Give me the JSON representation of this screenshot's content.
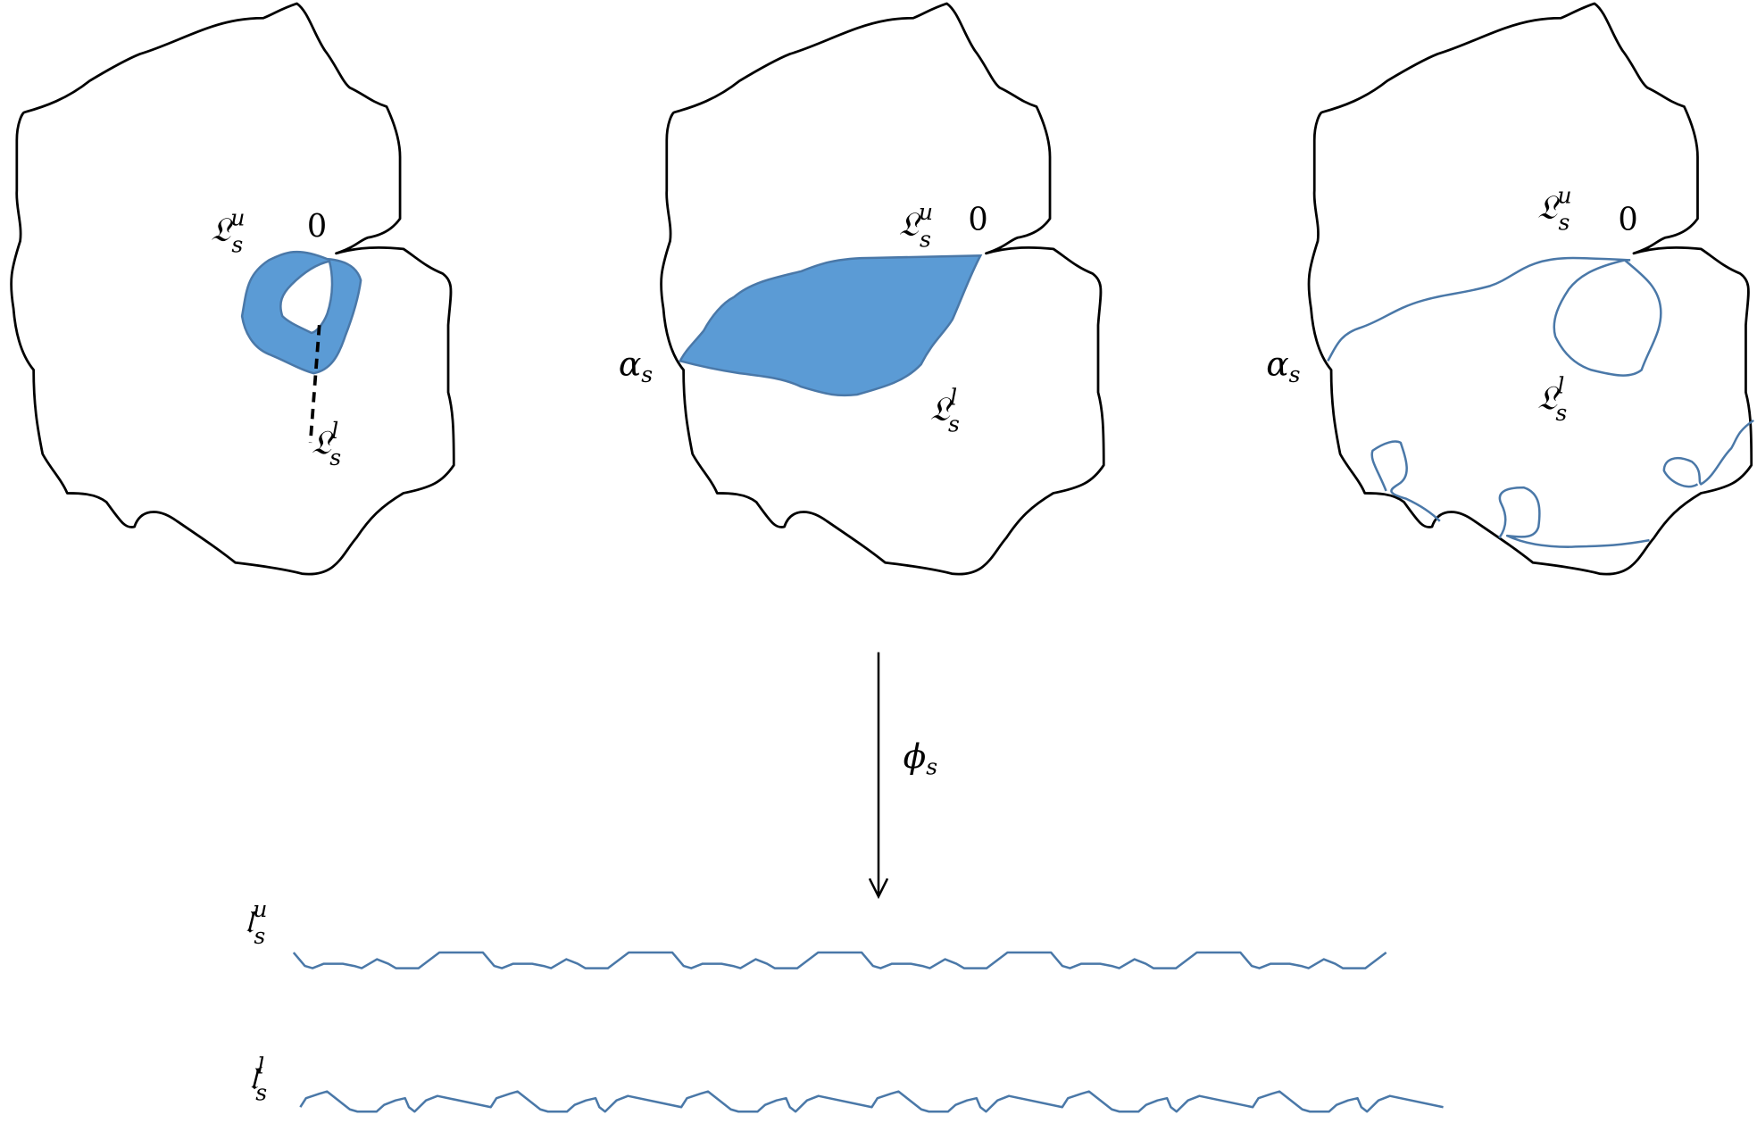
{
  "colors": {
    "region_fill": "#5b9bd5",
    "curve": "#4a78a8",
    "outline": "#000000"
  },
  "panels": [
    {
      "origin_label": "0",
      "upper_label": {
        "base": "𝔏",
        "sub": "s",
        "sup": "u"
      },
      "lower_label": {
        "base": "𝔏",
        "sub": "s",
        "sup": "l"
      }
    },
    {
      "origin_label": "0",
      "upper_label": {
        "base": "𝔏",
        "sub": "s",
        "sup": "u"
      },
      "lower_label": {
        "base": "𝔏",
        "sub": "s",
        "sup": "l"
      },
      "alpha_label": {
        "base": "α",
        "sub": "s"
      }
    },
    {
      "origin_label": "0",
      "upper_label": {
        "base": "𝔏",
        "sub": "s",
        "sup": "u"
      },
      "lower_label": {
        "base": "𝔏",
        "sub": "s",
        "sup": "l"
      },
      "alpha_label": {
        "base": "α",
        "sub": "s"
      }
    }
  ],
  "map": {
    "base": "ϕ",
    "sub": "s"
  },
  "bottom": {
    "upper": {
      "base": "𝔩",
      "sub": "s",
      "sup": "u"
    },
    "lower": {
      "base": "𝔩",
      "sub": "s",
      "sup": "l"
    }
  }
}
